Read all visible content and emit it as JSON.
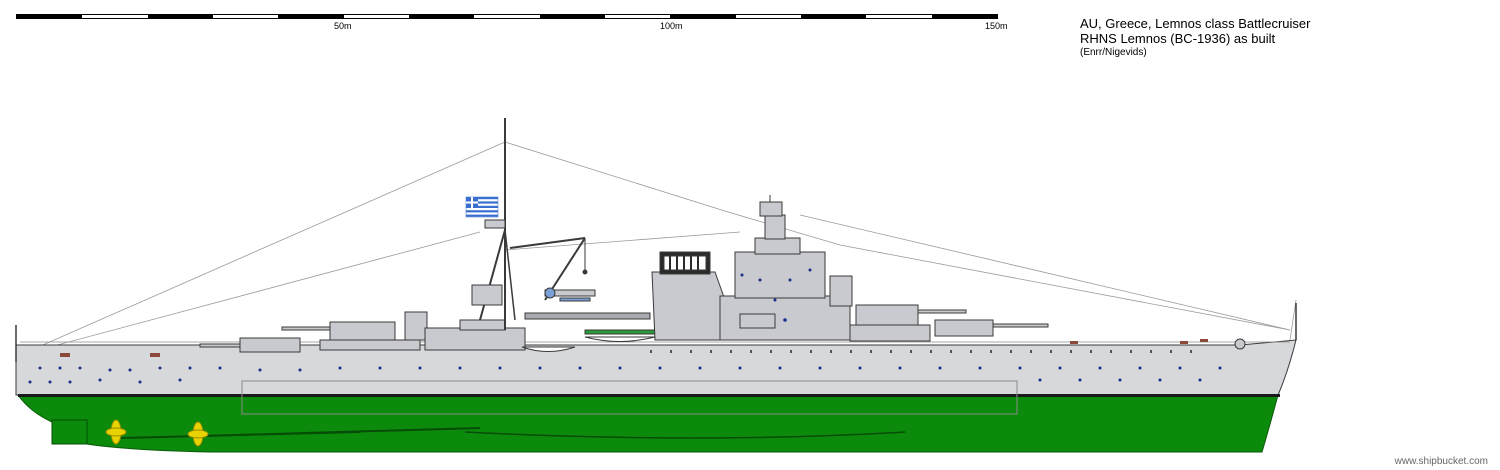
{
  "scale": {
    "labels": [
      "50m",
      "100m",
      "150m"
    ],
    "segments": 15
  },
  "title": {
    "line1": "AU, Greece, Lemnos class Battlecruiser",
    "line2": "RHNS Lemnos (BC-1936) as built",
    "credit": "(Enrr/Nigevids)"
  },
  "watermark": "www.shipbucket.com",
  "colors": {
    "hull_upper": "#d6d8dc",
    "hull_lower": "#0b8a0b",
    "boot_topping": "#1a1a1a",
    "superstructure": "#c8cacf",
    "outline": "#3a3a3a",
    "portholes": "#1a2f8a",
    "propeller": "#e8d200",
    "flag_blue": "#3a6fd0"
  }
}
